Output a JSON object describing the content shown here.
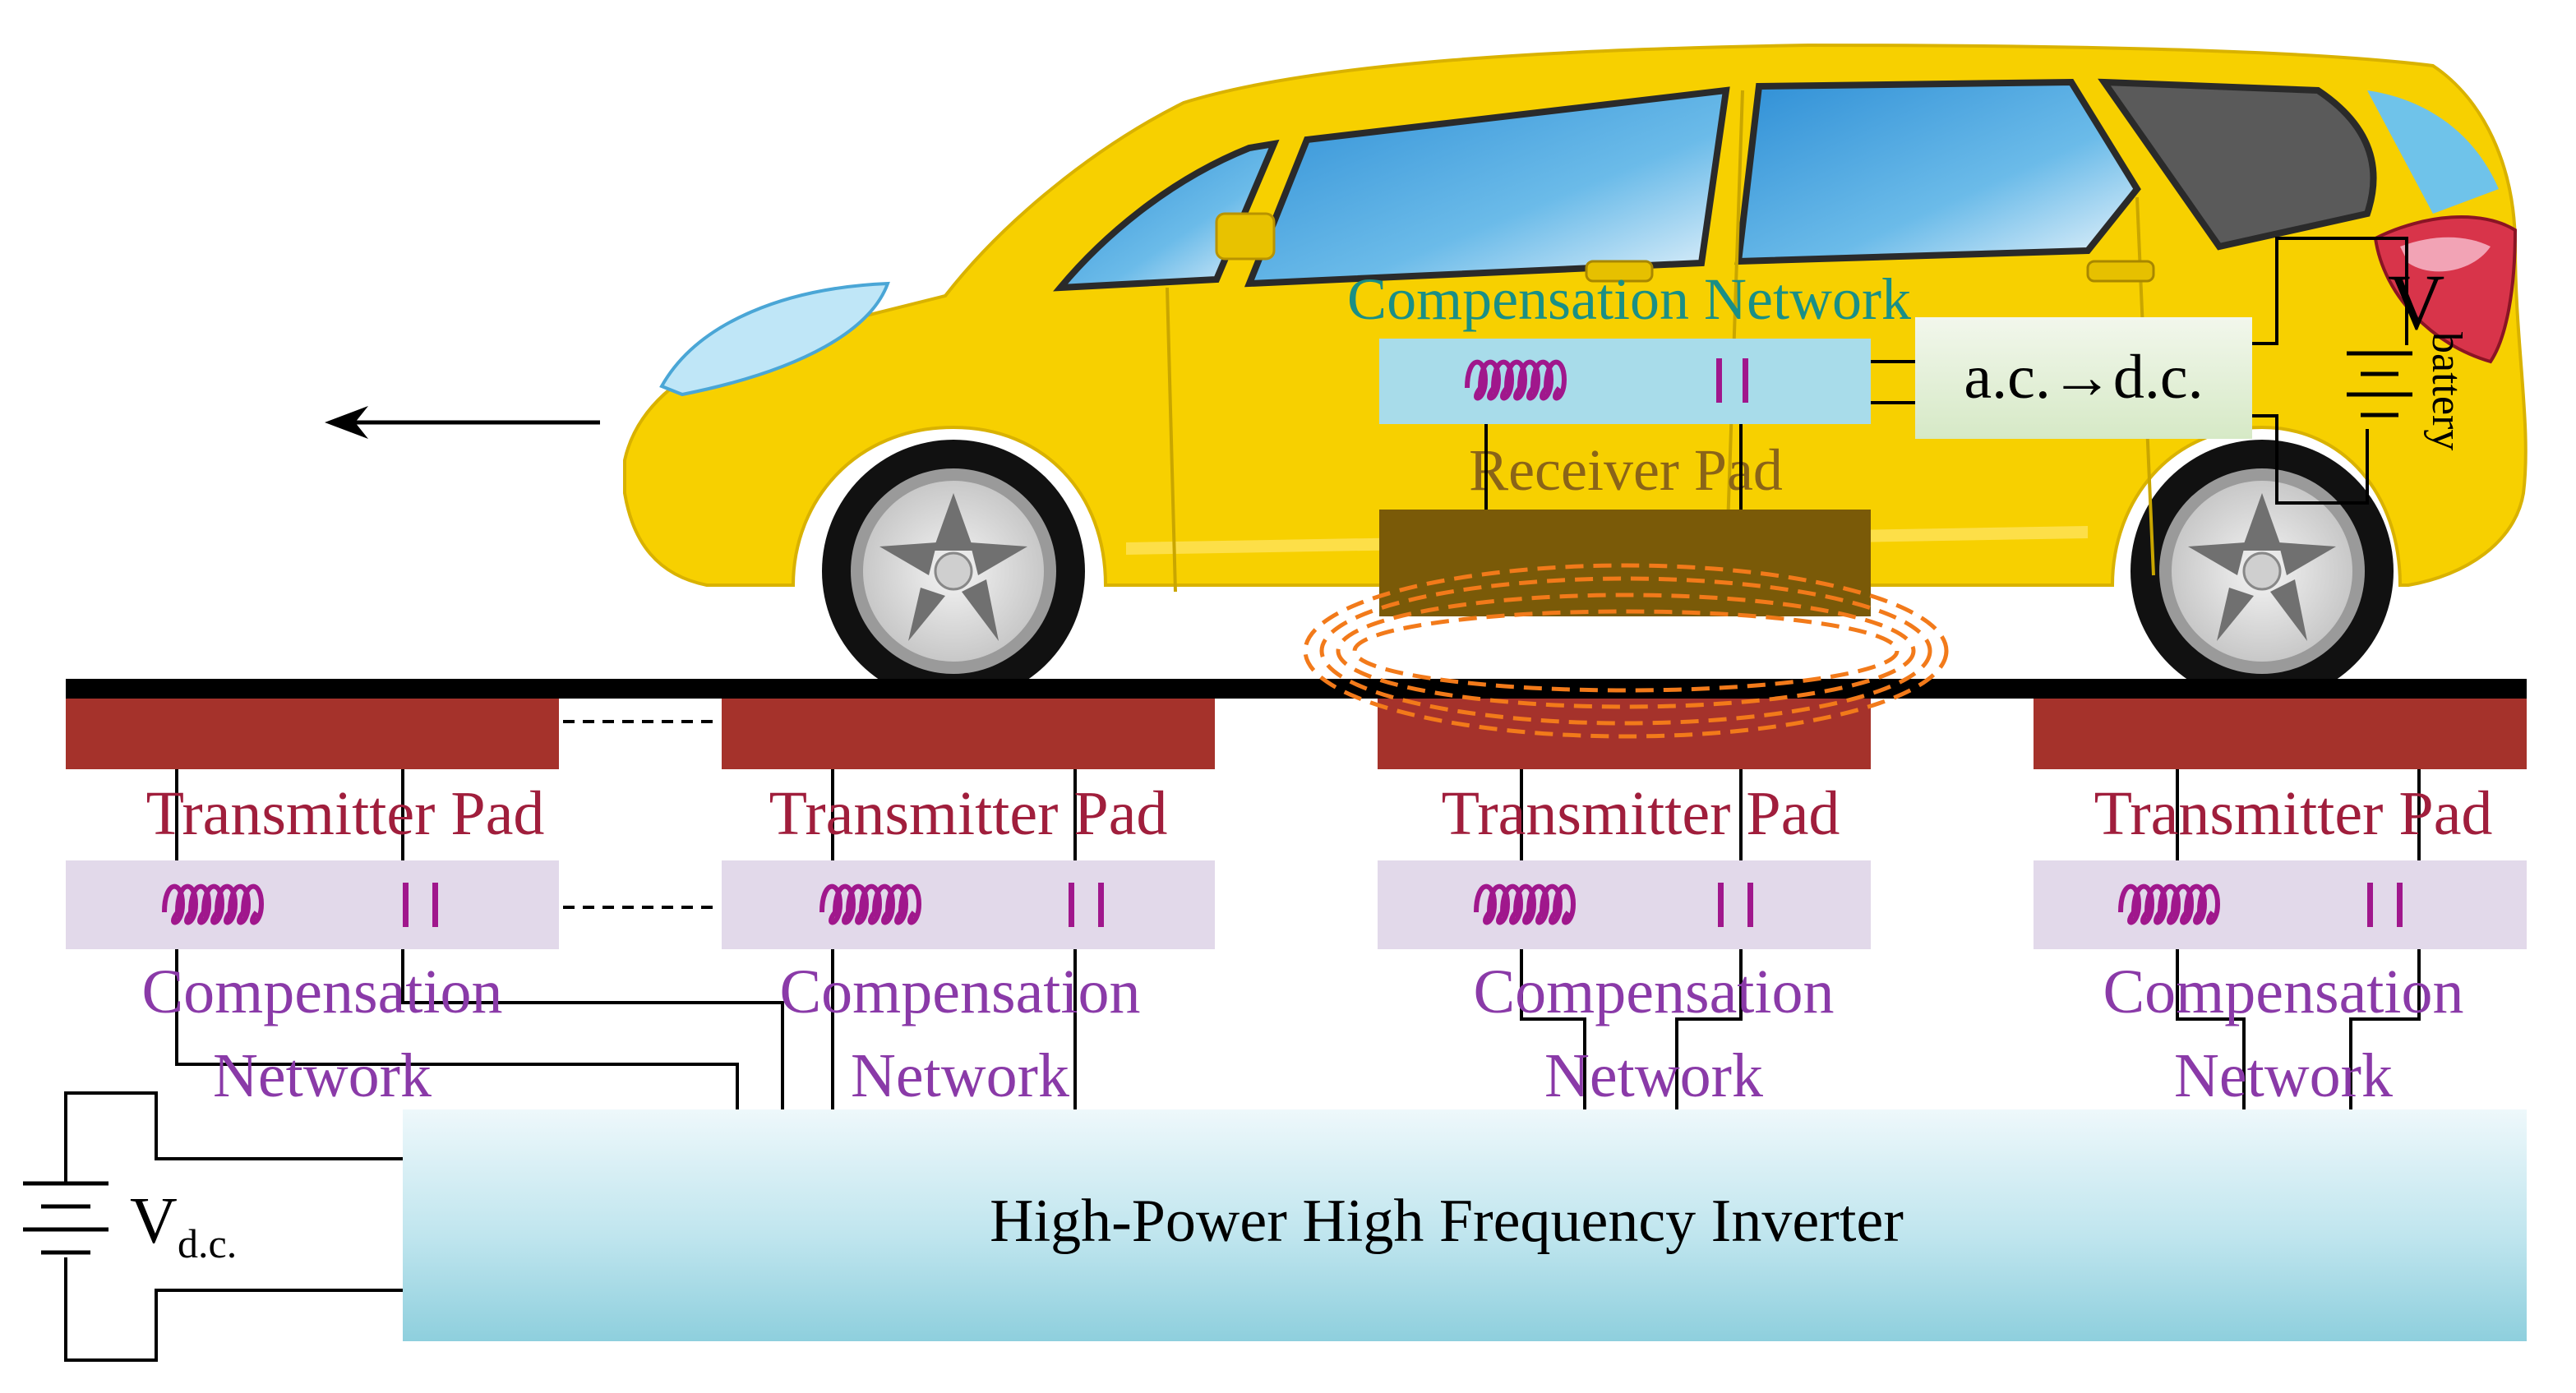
{
  "vehicle": {
    "compensation_label": "Compensation Network",
    "receiver_label": "Receiver Pad",
    "converter_label": "a.c.→d.c.",
    "battery_symbol": "V",
    "battery_subscript": "battery",
    "direction": "arrow-left-icon"
  },
  "road": {
    "pads": [
      {
        "transmitter_label": "Transmitter Pad",
        "compensation_line1": "Compensation",
        "compensation_line2": "Network"
      },
      {
        "transmitter_label": "Transmitter Pad",
        "compensation_line1": "Compensation",
        "compensation_line2": "Network"
      },
      {
        "transmitter_label": "Transmitter Pad",
        "compensation_line1": "Compensation",
        "compensation_line2": "Network"
      },
      {
        "transmitter_label": "Transmitter Pad",
        "compensation_line1": "Compensation",
        "compensation_line2": "Network"
      }
    ]
  },
  "supply": {
    "inverter_label": "High-Power High Frequency Inverter",
    "dc_symbol": "V",
    "dc_subscript": "d.c."
  },
  "colors": {
    "car_body": "#f7d000",
    "window": "#3a9fe0",
    "tire": "#111111",
    "road": "#000000",
    "transmitter_pad": "#a5322b",
    "transmitter_text": "#a01e3c",
    "compensation_box": "#e2d9ea",
    "compensation_text": "#8a3aa8",
    "coil": "#a0178c",
    "vehicle_comp_box": "#a8dcea",
    "vehicle_comp_text": "#1a8f86",
    "receiver_pad": "#7a5a08",
    "receiver_text": "#8a6418",
    "converter_box": "#e4f0d8",
    "field_lines": "#f27a1a",
    "inverter_gradient_top": "#eef8fb",
    "inverter_gradient_bottom": "#8ecfdd"
  }
}
